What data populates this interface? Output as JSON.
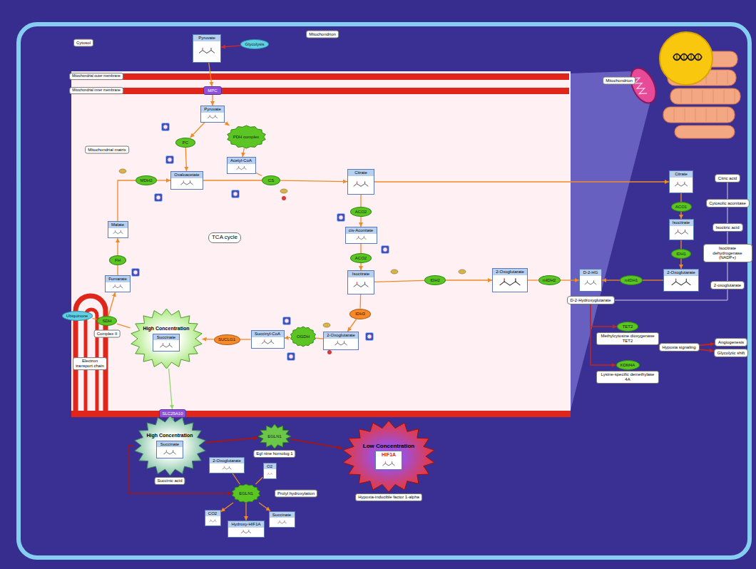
{
  "diagram": {
    "nodes": [
      {
        "text": [
          "Pyruvate"
        ]
      },
      {
        "text": [
          "Glycolysis"
        ]
      },
      {
        "text": [
          "MPC"
        ]
      },
      {
        "text": [
          "Pyruvate"
        ]
      },
      {
        "text": [
          "PC"
        ]
      },
      {
        "text": [
          "PDH complex"
        ]
      },
      {
        "text": [
          "Acetyl-CoA"
        ]
      },
      {
        "text": [
          "Oxaloacetate"
        ]
      },
      {
        "text": [
          "CS"
        ]
      },
      {
        "text": [
          "Citrate"
        ]
      },
      {
        "text": [
          "ACO2"
        ]
      },
      {
        "text": [
          "cis-Aconitate"
        ]
      },
      {
        "text": [
          "ACO2"
        ]
      },
      {
        "text": [
          "Isocitrate"
        ]
      },
      {
        "text": [
          "IDH2"
        ]
      },
      {
        "text": [
          "2-Oxoglutarate"
        ]
      },
      {
        "text": [
          "mIDH2"
        ]
      },
      {
        "text": [
          "D-2-HG"
        ]
      },
      {
        "text": [
          "D-2-Hydroxyglutarate"
        ]
      },
      {
        "text": [
          "Citrate"
        ]
      },
      {
        "text": [
          "ACO1"
        ]
      },
      {
        "text": [
          "Isocitrate"
        ]
      },
      {
        "text": [
          "IDH1"
        ]
      },
      {
        "text": [
          "2-Oxoglutarate"
        ]
      },
      {
        "text": [
          "mIDH1"
        ]
      },
      {
        "text": [
          "Citric acid"
        ]
      },
      {
        "text": [
          "Cytosolic aconitase"
        ]
      },
      {
        "text": [
          "Isocitric acid"
        ]
      },
      {
        "text": [
          "Isocitrate dehydrogenase (NADP+)"
        ]
      },
      {
        "text": [
          "2-oxoglutarate"
        ]
      },
      {
        "text": [
          "TET2",
          "Methylcytosine dioxygenase TET2"
        ]
      },
      {
        "text": [
          "KDM4A",
          "Lysine-specific demethylase 4A"
        ]
      },
      {
        "text": [
          "Hypoxia signaling"
        ]
      },
      {
        "text": [
          "Angiogenesis"
        ]
      },
      {
        "text": [
          "Glycolytic shift"
        ]
      },
      {
        "text": [
          "IDH3"
        ]
      },
      {
        "text": [
          "2-Oxoglutarate"
        ]
      },
      {
        "text": [
          "OGDH"
        ]
      },
      {
        "text": [
          "Succinyl-CoA"
        ]
      },
      {
        "text": [
          "SUCLG1"
        ]
      },
      {
        "text": [
          "High Concentration",
          "Succinate"
        ]
      },
      {
        "text": [
          "SDH"
        ]
      },
      {
        "text": [
          "Fumarate"
        ]
      },
      {
        "text": [
          "FH"
        ]
      },
      {
        "text": [
          "Malate"
        ]
      },
      {
        "text": [
          "MDH2"
        ]
      },
      {
        "text": [
          "Ubiquinone"
        ]
      },
      {
        "text": [
          "TCA cycle"
        ]
      },
      {
        "text": [
          "SLC25A10"
        ]
      },
      {
        "text": [
          "High Concentration",
          "Succinate",
          "Succinic acid"
        ]
      },
      {
        "text": [
          "EGLN1",
          "Egl nine homolog 1"
        ]
      },
      {
        "text": [
          "Low Concentration",
          "HIF1A",
          "Hypoxia-inducible factor 1-alpha"
        ]
      },
      {
        "text": [
          "EGLN1"
        ]
      },
      {
        "text": [
          "2-Oxoglutarate"
        ]
      },
      {
        "text": [
          "O2"
        ]
      },
      {
        "text": [
          "Hydroxy-HIF1A"
        ]
      },
      {
        "text": [
          "CO2"
        ]
      },
      {
        "text": [
          "Succinate"
        ]
      }
    ],
    "edges": [
      {
        "from": 1,
        "to": 0,
        "arrow": "to"
      },
      {
        "from": 0,
        "to": 2,
        "arrow": "to"
      },
      {
        "from": 2,
        "to": 3,
        "arrow": "to"
      },
      {
        "from": 3,
        "to": 4,
        "arrow": "to"
      },
      {
        "from": 3,
        "to": 5,
        "arrow": "to"
      },
      {
        "from": 4,
        "to": 7,
        "arrow": "to"
      },
      {
        "from": 5,
        "to": 6,
        "arrow": "to"
      },
      {
        "from": 7,
        "to": 8,
        "arrow": "none"
      },
      {
        "from": 6,
        "to": 8,
        "arrow": "none"
      },
      {
        "from": 8,
        "to": 9,
        "arrow": "to"
      },
      {
        "from": 9,
        "to": 10,
        "arrow": "none"
      },
      {
        "from": 10,
        "to": 11,
        "arrow": "to"
      },
      {
        "from": 11,
        "to": 12,
        "arrow": "none"
      },
      {
        "from": 12,
        "to": 13,
        "arrow": "to"
      },
      {
        "from": 13,
        "to": 14,
        "arrow": "none"
      },
      {
        "from": 14,
        "to": 15,
        "arrow": "to"
      },
      {
        "from": 15,
        "to": 16,
        "arrow": "none"
      },
      {
        "from": 16,
        "to": 17,
        "arrow": "to"
      },
      {
        "from": 9,
        "to": 19,
        "arrow": "to"
      },
      {
        "from": 19,
        "to": 20,
        "arrow": "none"
      },
      {
        "from": 20,
        "to": 21,
        "arrow": "to"
      },
      {
        "from": 21,
        "to": 22,
        "arrow": "none"
      },
      {
        "from": 22,
        "to": 23,
        "arrow": "to"
      },
      {
        "from": 23,
        "to": 24,
        "arrow": "none"
      },
      {
        "from": 24,
        "to": 17,
        "arrow": "to"
      },
      {
        "from": 25,
        "to": 26,
        "arrow": "none"
      },
      {
        "from": 26,
        "to": 27,
        "arrow": "none"
      },
      {
        "from": 27,
        "to": 28,
        "arrow": "none"
      },
      {
        "from": 28,
        "to": 29,
        "arrow": "none"
      },
      {
        "from": 29,
        "to": 18,
        "arrow": "none"
      },
      {
        "from": 18,
        "to": 30,
        "arrow": "to"
      },
      {
        "from": 18,
        "to": 31,
        "arrow": "to"
      },
      {
        "from": 32,
        "to": 33,
        "arrow": "to"
      },
      {
        "from": 32,
        "to": 34,
        "arrow": "to"
      },
      {
        "from": 13,
        "to": 35,
        "arrow": "none"
      },
      {
        "from": 35,
        "to": 36,
        "arrow": "to"
      },
      {
        "from": 36,
        "to": 37,
        "arrow": "none"
      },
      {
        "from": 37,
        "to": 38,
        "arrow": "to"
      },
      {
        "from": 38,
        "to": 39,
        "arrow": "none"
      },
      {
        "from": 39,
        "to": 40,
        "arrow": "to"
      },
      {
        "from": 40,
        "to": 41,
        "arrow": "none"
      },
      {
        "from": 41,
        "to": 42,
        "arrow": "to"
      },
      {
        "from": 42,
        "to": 43,
        "arrow": "none"
      },
      {
        "from": 43,
        "to": 44,
        "arrow": "to"
      },
      {
        "from": 44,
        "to": 45,
        "arrow": "none"
      },
      {
        "from": 45,
        "to": 7,
        "arrow": "to"
      },
      {
        "from": 46,
        "to": 41,
        "arrow": "none"
      },
      {
        "from": 40,
        "to": 48,
        "arrow": "to"
      },
      {
        "from": 48,
        "to": 49,
        "arrow": "to"
      },
      {
        "from": 49,
        "to": 50,
        "arrow": "to"
      },
      {
        "from": 50,
        "to": 51,
        "arrow": "to"
      },
      {
        "from": 49,
        "to": 52,
        "arrow": "to"
      },
      {
        "from": 53,
        "to": 52,
        "arrow": "none"
      },
      {
        "from": 54,
        "to": 52,
        "arrow": "none"
      },
      {
        "from": 52,
        "to": 55,
        "arrow": "to"
      },
      {
        "from": 52,
        "to": 56,
        "arrow": "to"
      },
      {
        "from": 52,
        "to": 57,
        "arrow": "to"
      }
    ],
    "labels": [
      "Cytosol",
      "Mitochondrion",
      "Mitochondrial outer membrane",
      "Mitochondrial inner membrane",
      "Mitochondrial matrix",
      "Complex II",
      "Electron transport chain",
      "Mitochondrion",
      "Prolyl hydroxylation"
    ]
  }
}
